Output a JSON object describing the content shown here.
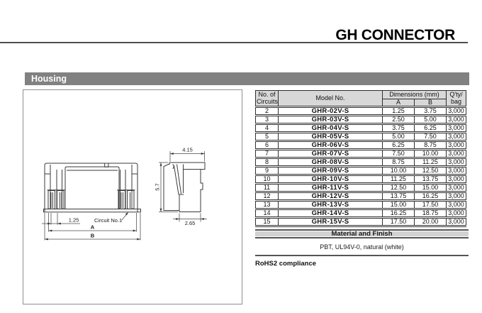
{
  "header": {
    "title": "GH CONNECTOR"
  },
  "section": {
    "label": "Housing"
  },
  "drawing": {
    "labels": {
      "pitch": "1.25",
      "circuit": "Circuit No.1",
      "dim_a": "A",
      "dim_b": "B",
      "top_width": "4.15",
      "height": "5.7",
      "bottom_width": "2.65"
    }
  },
  "table": {
    "headers": {
      "circuits_l1": "No. of",
      "circuits_l2": "Circuits",
      "model": "Model No.",
      "dimensions": "Dimensions (mm)",
      "col_a": "A",
      "col_b": "B",
      "qty_l1": "Q'ty/",
      "qty_l2": "bag"
    },
    "rows": [
      {
        "circuits": "2",
        "model": "GHR-02V-S",
        "a": "1.25",
        "b": "3.75",
        "qty": "3,000"
      },
      {
        "circuits": "3",
        "model": "GHR-03V-S",
        "a": "2.50",
        "b": "5.00",
        "qty": "3,000"
      },
      {
        "circuits": "4",
        "model": "GHR-04V-S",
        "a": "3.75",
        "b": "6.25",
        "qty": "3,000"
      },
      {
        "circuits": "5",
        "model": "GHR-05V-S",
        "a": "5.00",
        "b": "7.50",
        "qty": "3,000"
      },
      {
        "circuits": "6",
        "model": "GHR-06V-S",
        "a": "6.25",
        "b": "8.75",
        "qty": "3,000"
      },
      {
        "circuits": "7",
        "model": "GHR-07V-S",
        "a": "7.50",
        "b": "10.00",
        "qty": "3,000"
      },
      {
        "circuits": "8",
        "model": "GHR-08V-S",
        "a": "8.75",
        "b": "11.25",
        "qty": "3,000"
      },
      {
        "circuits": "9",
        "model": "GHR-09V-S",
        "a": "10.00",
        "b": "12.50",
        "qty": "3,000"
      },
      {
        "circuits": "10",
        "model": "GHR-10V-S",
        "a": "11.25",
        "b": "13.75",
        "qty": "3,000"
      },
      {
        "circuits": "11",
        "model": "GHR-11V-S",
        "a": "12.50",
        "b": "15.00",
        "qty": "3,000"
      },
      {
        "circuits": "12",
        "model": "GHR-12V-S",
        "a": "13.75",
        "b": "16.25",
        "qty": "3,000"
      },
      {
        "circuits": "13",
        "model": "GHR-13V-S",
        "a": "15.00",
        "b": "17.50",
        "qty": "3,000"
      },
      {
        "circuits": "14",
        "model": "GHR-14V-S",
        "a": "16.25",
        "b": "18.75",
        "qty": "3,000"
      },
      {
        "circuits": "15",
        "model": "GHR-15V-S",
        "a": "17.50",
        "b": "20.00",
        "qty": "3,000"
      }
    ]
  },
  "material": {
    "header": "Material and Finish",
    "value": "PBT, UL94V-0, natural  (white)"
  },
  "notes": {
    "rohs": "RoHS2 compliance"
  },
  "colors": {
    "section_bar": "#818181",
    "table_header": "#d8d8d8",
    "rule": "#4f4f4f"
  }
}
